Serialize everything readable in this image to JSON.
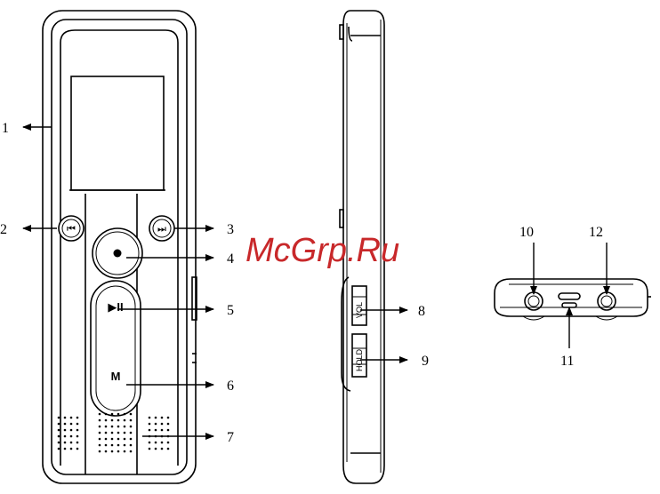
{
  "callouts": [
    "1",
    "2",
    "3",
    "4",
    "5",
    "6",
    "7",
    "8",
    "9",
    "10",
    "11",
    "12"
  ],
  "buttons": {
    "prev_symbol": "⏮",
    "next_symbol": "⏭",
    "play_pause_symbol": "▶II",
    "menu_label": "M"
  },
  "side_labels": {
    "vol": "VOL",
    "hold": "HOLD"
  },
  "watermark": "McGrp.Ru",
  "colors": {
    "line": "#000000",
    "watermark": "#c8282a"
  }
}
